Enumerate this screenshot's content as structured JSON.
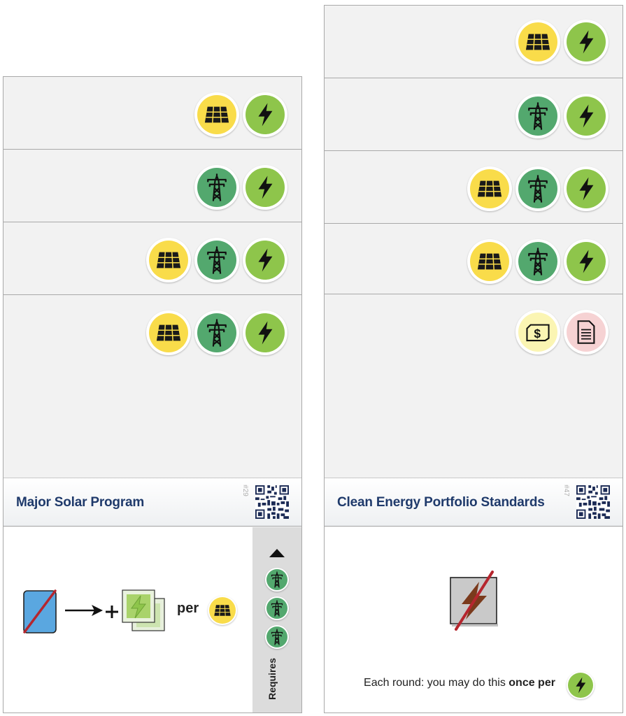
{
  "colors": {
    "solar": "#f9dc4a",
    "transmission": "#53a86e",
    "power": "#8ec54b",
    "money": "#fbf5b3",
    "permit": "#f6d2d3",
    "title_text": "#1f3a6b"
  },
  "cards": [
    {
      "title": "Major Solar Program",
      "number": "#29",
      "bands": [
        [
          "solar-panel-icon",
          "power-bolt-icon"
        ],
        [
          "transmission-tower-icon",
          "power-bolt-icon"
        ],
        [
          "solar-panel-icon",
          "transmission-tower-icon",
          "power-bolt-icon"
        ],
        [
          "solar-panel-icon",
          "transmission-tower-icon",
          "power-bolt-icon"
        ]
      ],
      "action": {
        "per_label": "per",
        "per_icon": "solar-panel-icon"
      },
      "requires": {
        "label": "Requires",
        "icons": [
          "transmission-tower-icon",
          "transmission-tower-icon",
          "transmission-tower-icon"
        ]
      }
    },
    {
      "title": "Clean Energy Portfolio Standards",
      "number": "#47",
      "bands": [
        [
          "solar-panel-icon",
          "power-bolt-icon"
        ],
        [
          "transmission-tower-icon",
          "power-bolt-icon"
        ],
        [
          "solar-panel-icon",
          "transmission-tower-icon",
          "power-bolt-icon"
        ],
        [
          "solar-panel-icon",
          "transmission-tower-icon",
          "power-bolt-icon"
        ],
        [
          "money-bill-icon",
          "permit-document-icon"
        ]
      ],
      "action": {
        "text_normal": "Each round: you may do this ",
        "text_bold": "once per",
        "per_icon": "power-bolt-icon"
      }
    }
  ]
}
